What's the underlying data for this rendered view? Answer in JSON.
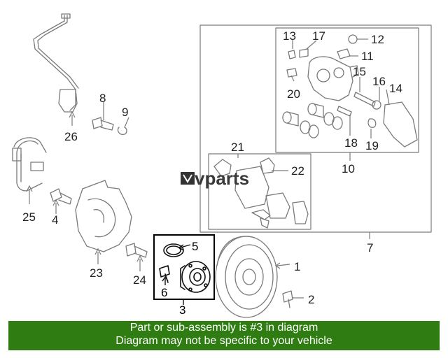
{
  "watermark": {
    "brand": "vparts"
  },
  "callouts": {
    "c1": "1",
    "c2": "2",
    "c3": "3",
    "c4": "4",
    "c5": "5",
    "c6": "6",
    "c7": "7",
    "c8": "8",
    "c9": "9",
    "c10": "10",
    "c11": "11",
    "c12": "12",
    "c13": "13",
    "c14": "14",
    "c15": "15",
    "c16": "16",
    "c17": "17",
    "c18": "18",
    "c19": "19",
    "c20": "20",
    "c21": "21",
    "c22": "22",
    "c23": "23",
    "c24": "24",
    "c25": "25",
    "c26": "26"
  },
  "highlight_color": "#000000",
  "footer": {
    "line1": "Part or sub-assembly is #3 in diagram",
    "line2": "Diagram may not be specific to your vehicle",
    "background": "#2f7d12"
  }
}
